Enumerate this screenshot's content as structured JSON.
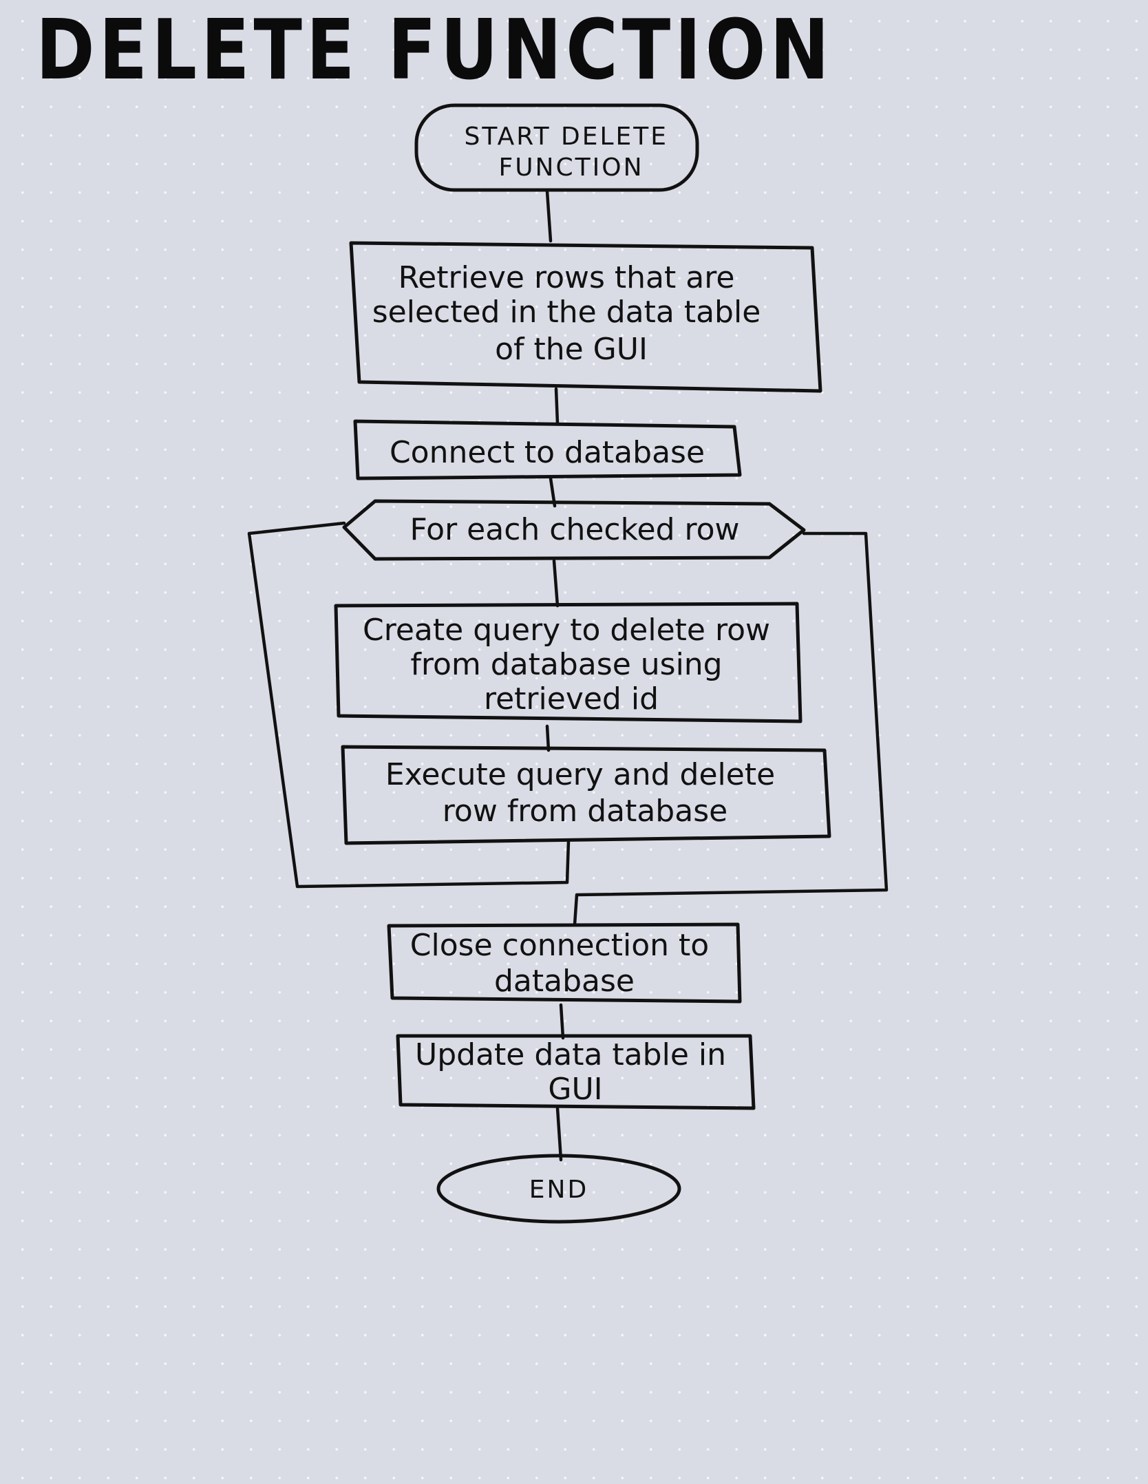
{
  "title": "DELETE FUNCTION",
  "flowchart": {
    "start": "START DELETE FUNCTION",
    "steps": [
      {
        "id": "retrieve",
        "type": "process",
        "label": "Retrieve rows that are selected in the data table of the GUI"
      },
      {
        "id": "connect",
        "type": "process",
        "label": "Connect to database"
      },
      {
        "id": "loop",
        "type": "loop",
        "label": "For each checked row"
      },
      {
        "id": "create-query",
        "type": "process",
        "label": "Create query to delete row from database using retrieved id"
      },
      {
        "id": "execute-query",
        "type": "process",
        "label": "Execute query and delete row from database"
      },
      {
        "id": "close-connection",
        "type": "process",
        "label": "Close connection to database"
      },
      {
        "id": "update-table",
        "type": "process",
        "label": "Update data table in GUI"
      }
    ],
    "end": "END"
  }
}
